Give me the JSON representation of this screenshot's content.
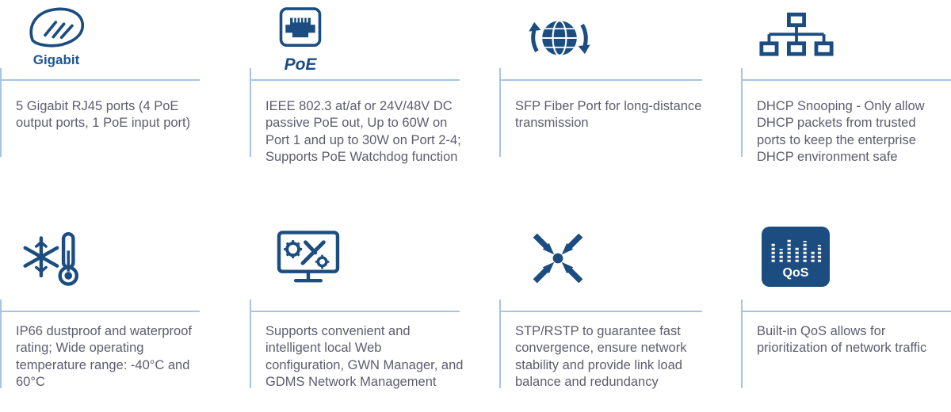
{
  "theme": {
    "icon_color": "#1c4d80",
    "line_color": "#a6c5e4",
    "text_color": "#5d5d6e",
    "background": "#ffffff"
  },
  "features": [
    {
      "id": "gigabit-ports",
      "icon": "gigabit-speed-icon",
      "icon_label": "Gigabit",
      "text": "5 Gigabit RJ45 ports (4 PoE output ports, 1 PoE input port)"
    },
    {
      "id": "poe",
      "icon": "poe-port-icon",
      "icon_label": "PoE",
      "text": "IEEE 802.3 at/af or 24V/48V DC passive PoE out, Up to 60W on Port 1 and up to 30W on Port 2-4; Supports PoE Watchdog function"
    },
    {
      "id": "sfp-fiber",
      "icon": "globe-transmission-icon",
      "text": "SFP Fiber Port for long-distance transmission"
    },
    {
      "id": "dhcp-snooping",
      "icon": "network-topology-icon",
      "text": "DHCP Snooping - Only allow DHCP packets from trusted ports to keep the enterprise DHCP environment safe"
    },
    {
      "id": "ip66-rating",
      "icon": "snowflake-thermometer-icon",
      "text": "IP66 dustproof and waterproof rating; Wide operating temperature range: -40°C and 60°C"
    },
    {
      "id": "management",
      "icon": "monitor-tools-icon",
      "text": "Supports convenient and intelligent local Web configuration, GWN Manager, and GDMS Network Management"
    },
    {
      "id": "stp-rstp",
      "icon": "converge-arrows-icon",
      "text": "STP/RSTP to guarantee fast convergence, ensure network stability and provide link load balance and redundancy"
    },
    {
      "id": "qos",
      "icon": "qos-equalizer-icon",
      "icon_label": "QoS",
      "text": "Built-in QoS allows for prioritization of network traffic"
    }
  ]
}
